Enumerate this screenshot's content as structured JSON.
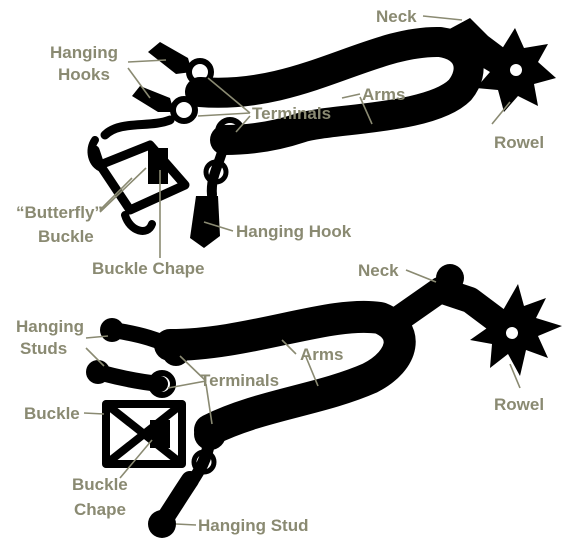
{
  "colors": {
    "label": "#8a8a72",
    "ink": "#000000",
    "background": "#ffffff"
  },
  "top_diagram": {
    "neck": "Neck",
    "hanging_hooks_line1": "Hanging",
    "hanging_hooks_line2": "Hooks",
    "arms": "Arms",
    "terminals": "Terminals",
    "rowel": "Rowel",
    "butterfly_buckle_line1": "“Butterfly”",
    "butterfly_buckle_line2": "Buckle",
    "hanging_hook": "Hanging Hook",
    "buckle_chape": "Buckle Chape"
  },
  "bottom_diagram": {
    "neck": "Neck",
    "hanging_studs_line1": "Hanging",
    "hanging_studs_line2": "Studs",
    "arms": "Arms",
    "terminals": "Terminals",
    "rowel": "Rowel",
    "buckle": "Buckle",
    "buckle_chape_line1": "Buckle",
    "buckle_chape_line2": "Chape",
    "hanging_stud": "Hanging Stud"
  }
}
